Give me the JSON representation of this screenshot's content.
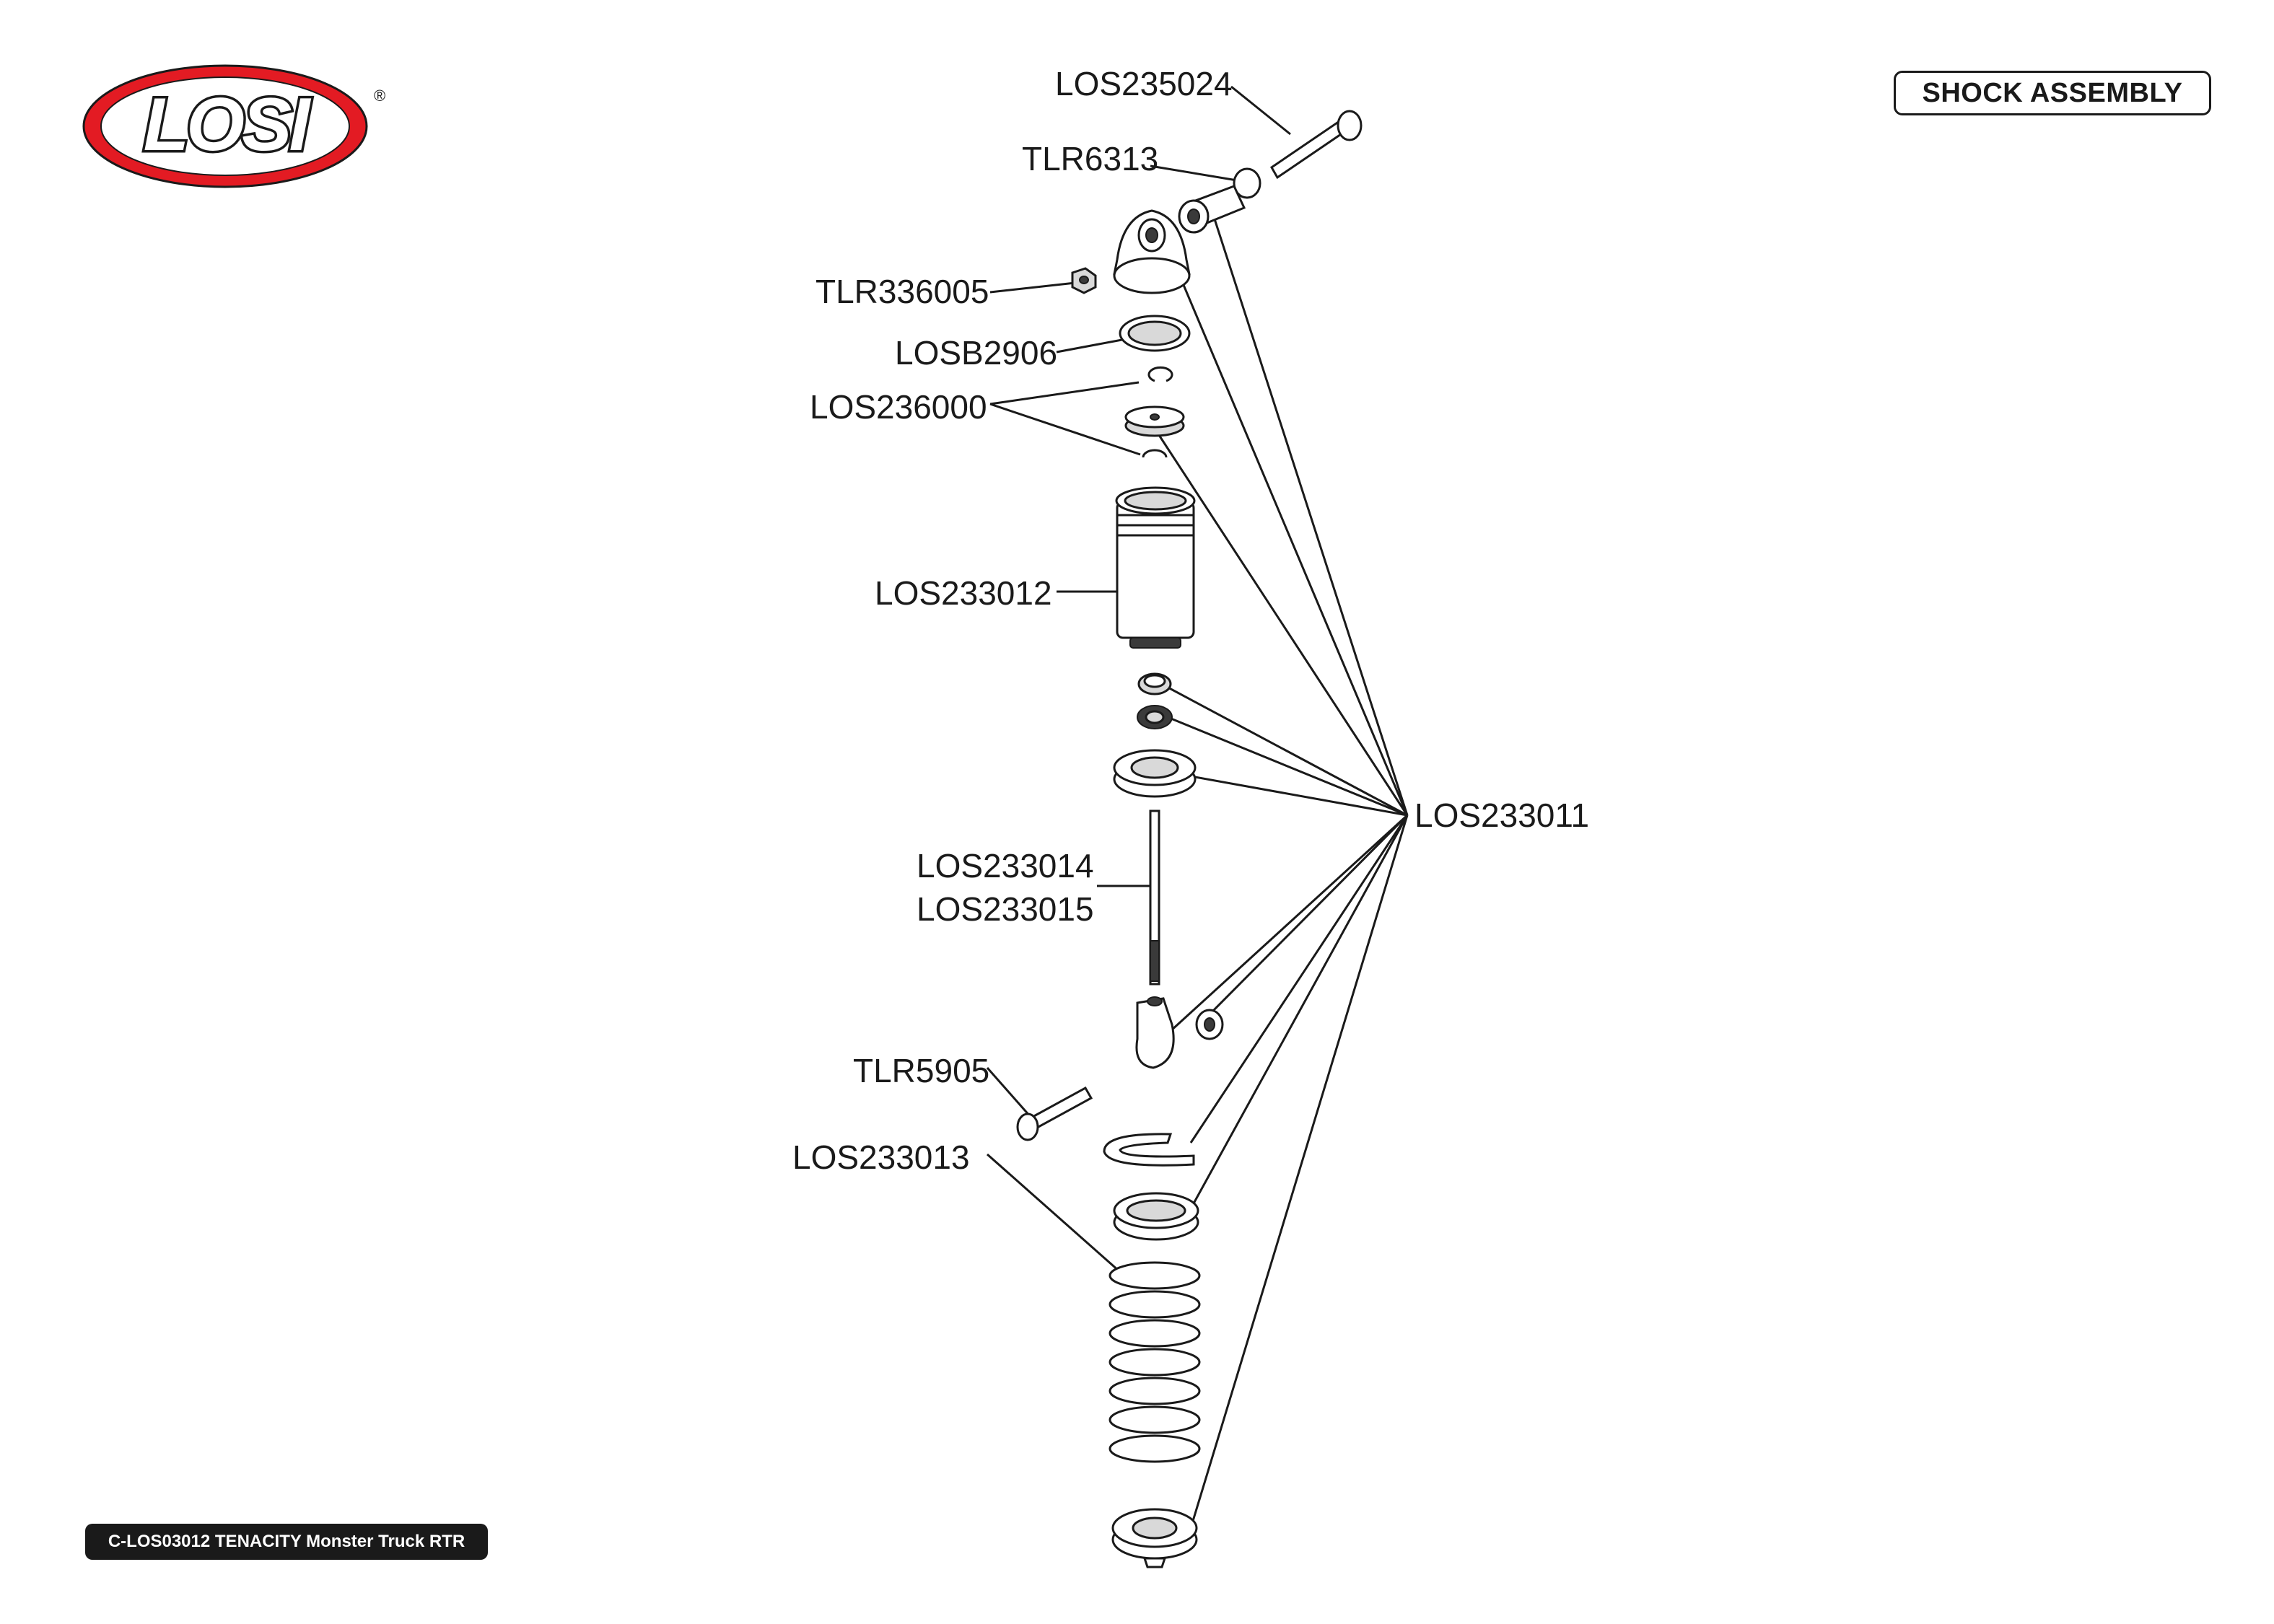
{
  "header": {
    "title": "SHOCK ASSEMBLY",
    "logo_text": "LOSI",
    "logo_registered": "®",
    "brand_color": "#e31b23"
  },
  "footer": {
    "model": "C-LOS03012 TENACITY Monster Truck RTR"
  },
  "parts": {
    "screw_top": "LOS235024",
    "bushing_top": "TLR6313",
    "nut": "TLR336005",
    "oring_cap": "LOSB2906",
    "piston_clips": "LOS236000",
    "shock_body": "LOS233012",
    "shared_parts": "LOS233011",
    "shaft_a": "LOS233014",
    "shaft_b": "LOS233015",
    "screw_bottom": "TLR5905",
    "spring": "LOS233013"
  }
}
